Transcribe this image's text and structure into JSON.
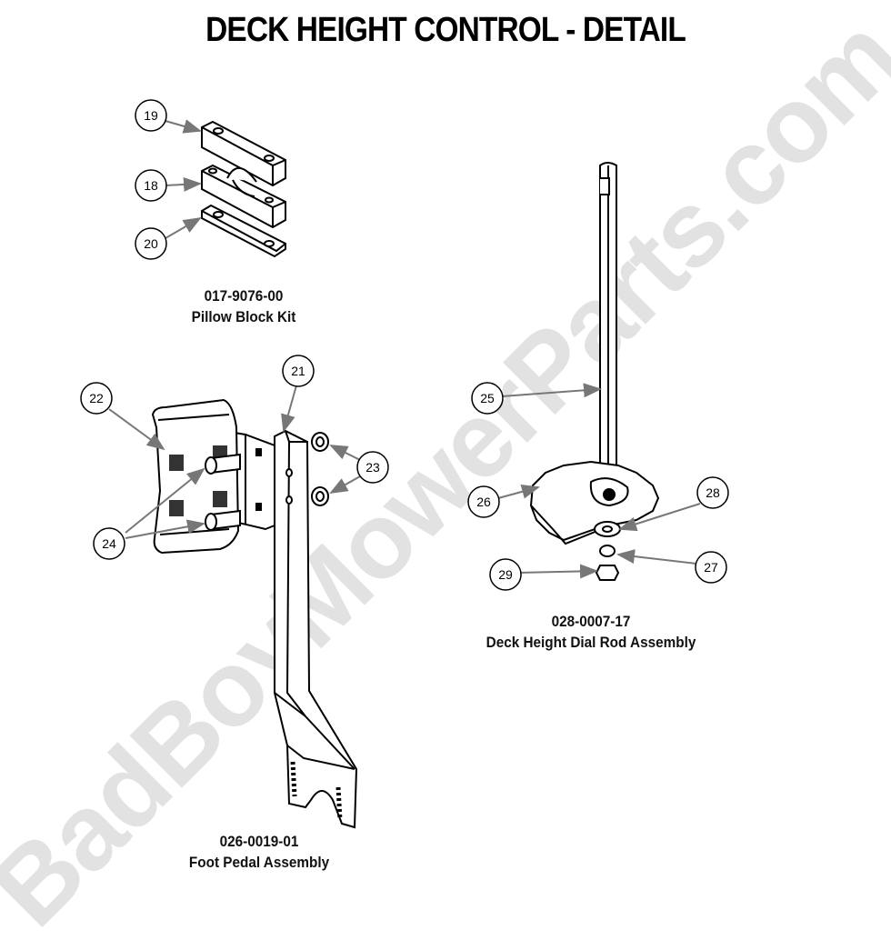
{
  "title": "DECK HEIGHT CONTROL - DETAIL",
  "watermark": "BadBoyMowerParts.com",
  "callouts": [
    "19",
    "18",
    "20",
    "21",
    "22",
    "23",
    "24",
    "25",
    "26",
    "27",
    "28",
    "29"
  ],
  "kits": [
    {
      "part_number": "017-9076-00",
      "name": "Pillow Block Kit"
    },
    {
      "part_number": "026-0019-01",
      "name": "Foot Pedal Assembly"
    },
    {
      "part_number": "028-0007-17",
      "name": "Deck Height Dial Rod Assembly"
    }
  ],
  "colors": {
    "line": "#000000",
    "callout_fill": "#ffffff",
    "watermark": "#e2e2e2",
    "arrow": "#777777"
  }
}
